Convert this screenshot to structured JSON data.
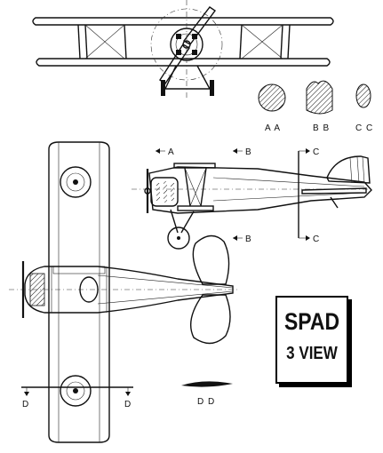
{
  "title": {
    "line1": "SPAD",
    "line2": "3 VIEW"
  },
  "section_labels": {
    "aa": "A A",
    "bb": "B B",
    "cc": "C C",
    "dd": "D D"
  },
  "cut_markers": {
    "a": "A",
    "b_top": "B",
    "b_bottom": "B",
    "c_top": "C",
    "c_bottom": "C",
    "d_left": "D",
    "d_right": "D"
  }
}
